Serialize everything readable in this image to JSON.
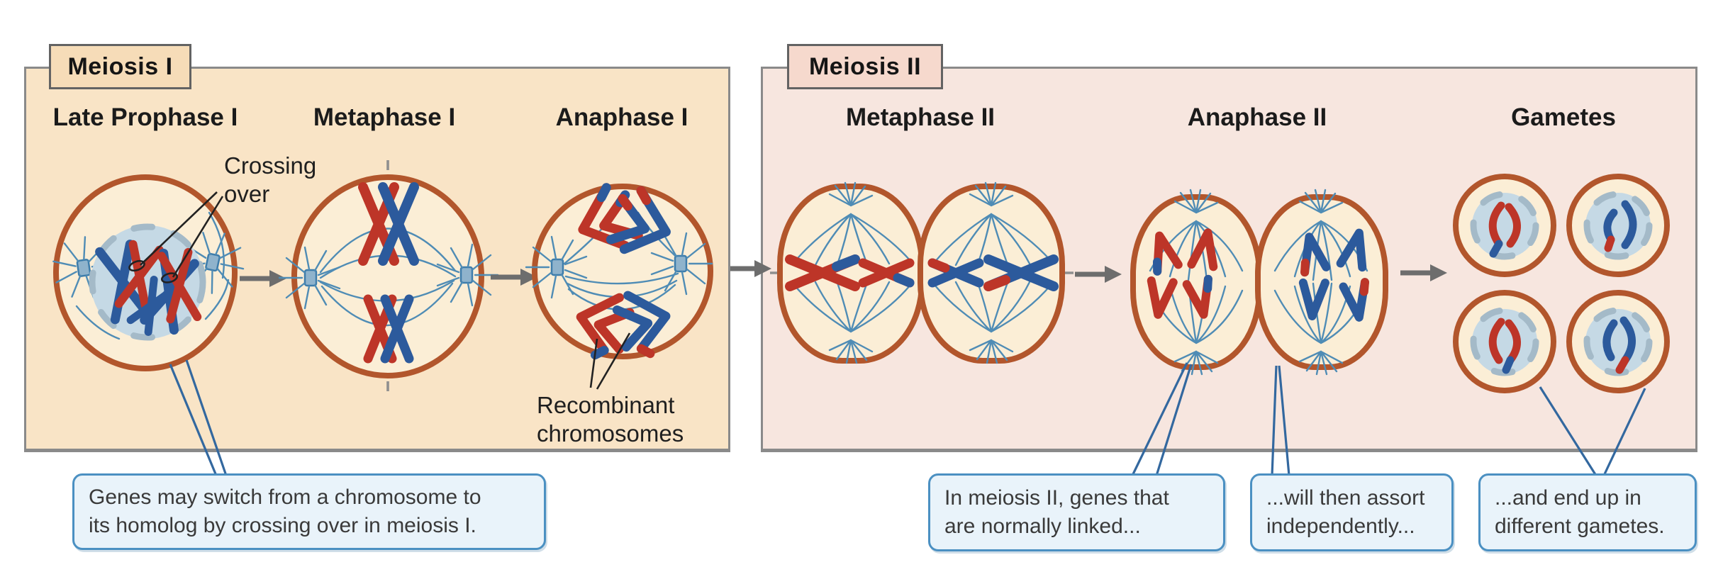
{
  "figure": {
    "description": "Meiosis diagram showing crossing over and independent assortment"
  },
  "panels": [
    {
      "label": "Meiosis I",
      "stages": [
        {
          "label": "Late Prophase I"
        },
        {
          "label": "Metaphase I"
        },
        {
          "label": "Anaphase I"
        }
      ]
    },
    {
      "label": "Meiosis II",
      "stages": [
        {
          "label": "Metaphase II"
        },
        {
          "label": "Anaphase II"
        },
        {
          "label": "Gametes"
        }
      ]
    }
  ],
  "annotations": {
    "crossing_over": "Crossing\nover",
    "recombinant_chromosomes": "Recombinant\nchromosomes"
  },
  "callouts": [
    {
      "text": "Genes may switch from a chromosome to\nits homolog by crossing over in meiosis I."
    },
    {
      "text": "In meiosis II, genes that\nare normally linked..."
    },
    {
      "text": "...will then assort\nindependently..."
    },
    {
      "text": "...and end up in\ndifferent gametes."
    }
  ],
  "colors": {
    "panel1_fill": "#f9e4c6",
    "panel1_label_fill": "#f6dcb8",
    "panel2_fill": "#f7e6df",
    "panel2_label_fill": "#f6d9cd",
    "panel_border": "#8a8a8a",
    "cell_membrane": "#b2562c",
    "cell_fill": "#fbeed6",
    "nucleus_fill": "#c5d9e5",
    "chromosome_red": "#bd3528",
    "chromosome_blue": "#2c5a9c",
    "spindle_blue": "#4f8cb5",
    "arrow_gray": "#6d6d6d",
    "callout_fill": "#e9f3fa",
    "callout_border": "#4b90c2",
    "leader_line_blue": "#33689f"
  }
}
